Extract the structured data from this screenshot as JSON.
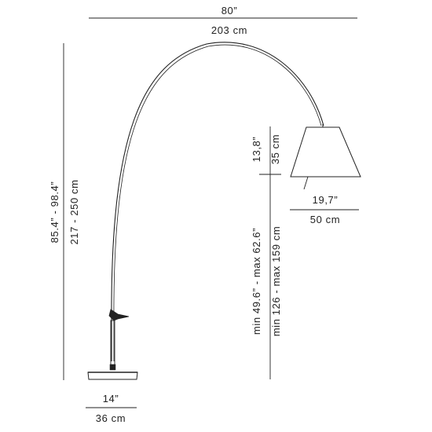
{
  "colors": {
    "ink": "#222222",
    "shade": "#ffffff",
    "background": "#ffffff"
  },
  "dimensions": {
    "width_in": "80”",
    "width_cm": "203 cm",
    "height_in": "85.4” - 98.4”",
    "height_cm": "217 - 250 cm",
    "shade_height_in": "13,8”",
    "shade_height_cm": "35 cm",
    "shade_diameter_in": "19,7”",
    "shade_diameter_cm": "50 cm",
    "shade_clearance_in": "min 49.6” - max 62.6”",
    "shade_clearance_cm": "min 126 - max 159 cm",
    "base_in": "14”",
    "base_cm": "36 cm"
  }
}
